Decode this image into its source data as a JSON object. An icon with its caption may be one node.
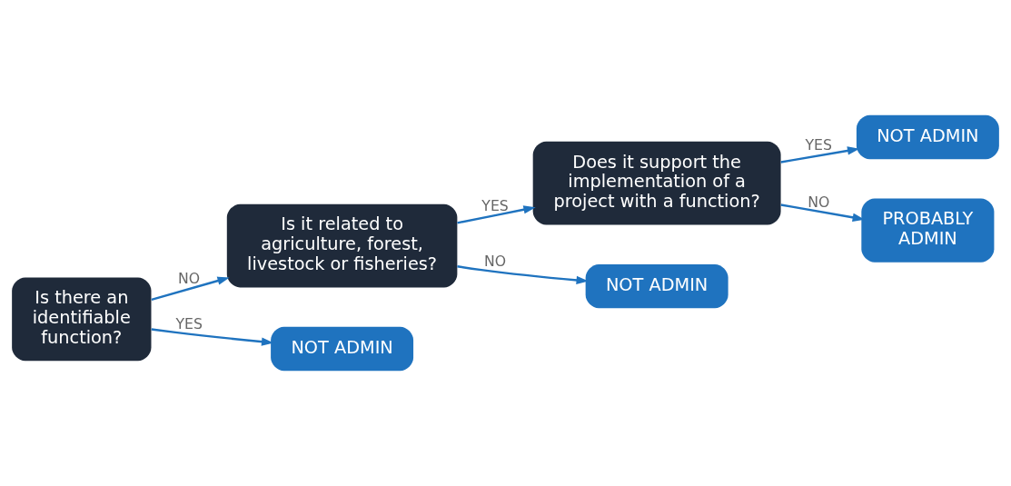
{
  "diagram": {
    "nodes": [
      {
        "text": [
          "Is there an identifiable function?"
        ]
      },
      {
        "text": [
          "Is it related to agriculture, forest, livestock or fisheries?"
        ]
      },
      {
        "text": [
          "NOT ADMIN"
        ]
      },
      {
        "text": [
          "Does it support the implementation of a project with a function?"
        ]
      },
      {
        "text": [
          "NOT ADMIN"
        ]
      },
      {
        "text": [
          "NOT ADMIN"
        ]
      },
      {
        "text": [
          "PROBABLY ADMIN"
        ]
      }
    ],
    "edges": [
      {
        "from": 0,
        "to": 1,
        "arrow": "to",
        "label": "NO"
      },
      {
        "from": 0,
        "to": 2,
        "arrow": "to",
        "label": "YES"
      },
      {
        "from": 1,
        "to": 3,
        "arrow": "to",
        "label": "YES"
      },
      {
        "from": 1,
        "to": 4,
        "arrow": "to",
        "label": "NO"
      },
      {
        "from": 3,
        "to": 5,
        "arrow": "to",
        "label": "YES"
      },
      {
        "from": 3,
        "to": 6,
        "arrow": "to",
        "label": "NO"
      }
    ]
  }
}
